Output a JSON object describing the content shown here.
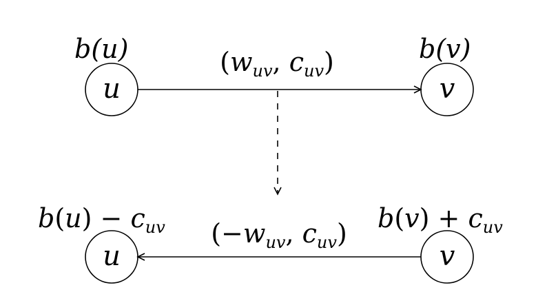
{
  "top": {
    "node_u": "u",
    "node_v": "v",
    "label_u": "b(u)",
    "label_v": "b(v)",
    "edge_label": "(w_uv, c_uv)"
  },
  "bottom": {
    "node_u": "u",
    "node_v": "v",
    "label_u": "b(u) − c_uv",
    "label_v": "b(v) + c_uv",
    "edge_label": "(−w_uv, c_uv)"
  },
  "colors": {
    "stroke": "#000000",
    "background": "#ffffff"
  }
}
